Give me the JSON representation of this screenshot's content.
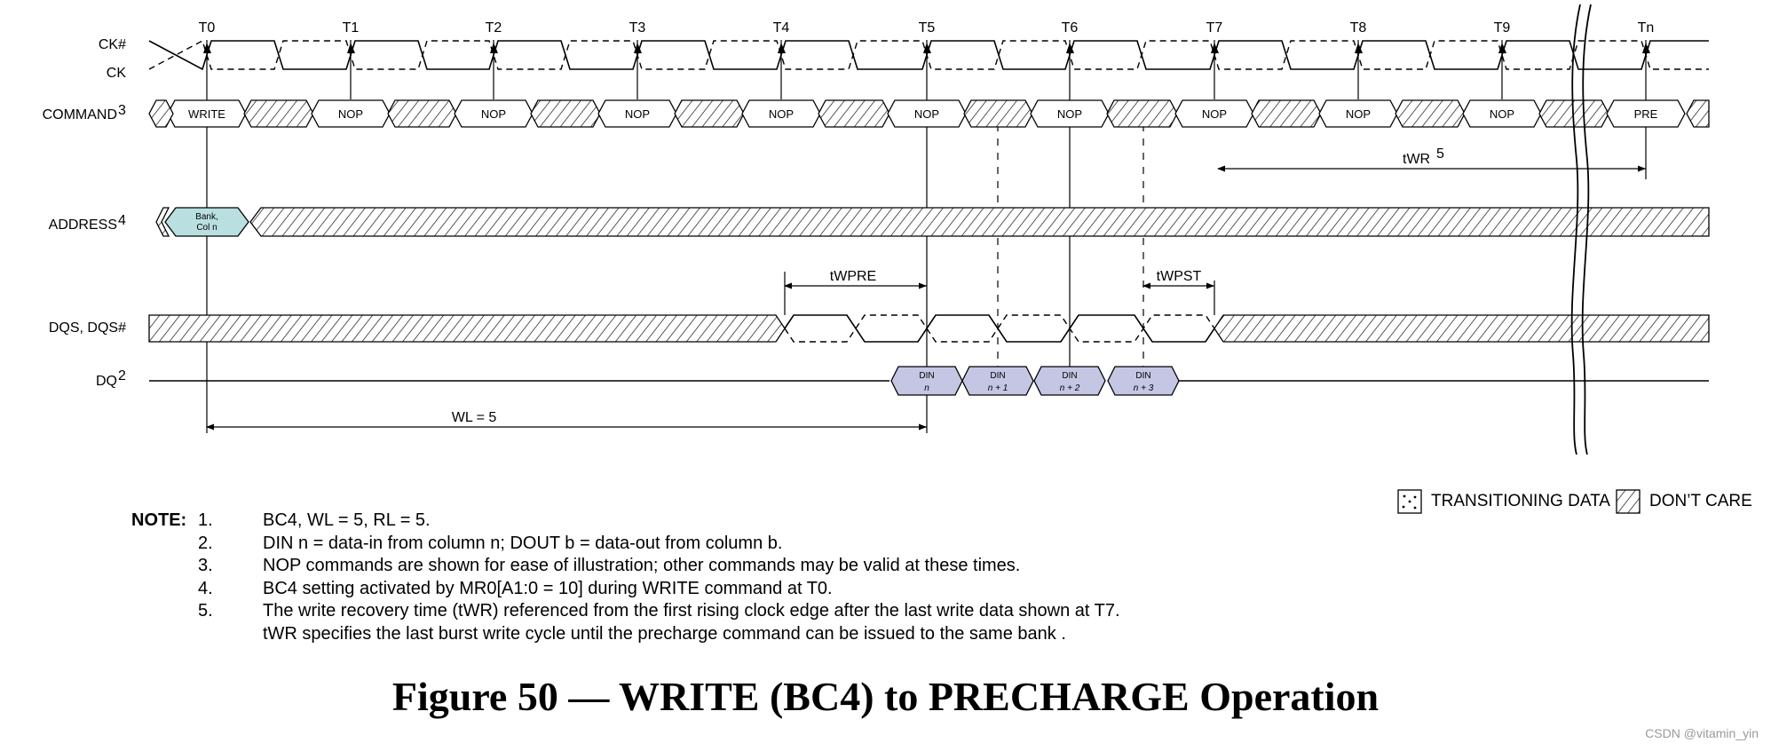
{
  "clock_edges": [
    "T0",
    "T1",
    "T2",
    "T3",
    "T4",
    "T5",
    "T6",
    "T7",
    "T8",
    "T9",
    "Tn"
  ],
  "signals": {
    "ck_n": "CK#",
    "ck": "CK",
    "command": "COMMAND",
    "command_sup": "3",
    "address": "ADDRESS",
    "address_sup": "4",
    "dqs": "DQS, DQS#",
    "dq": "DQ",
    "dq_sup": "2"
  },
  "commands": [
    "WRITE",
    "NOP",
    "NOP",
    "NOP",
    "NOP",
    "NOP",
    "NOP",
    "NOP",
    "NOP",
    "NOP",
    "PRE"
  ],
  "address_value": [
    "Bank,",
    "Col n"
  ],
  "dq_data": [
    {
      "name": "DIN",
      "index": "n"
    },
    {
      "name": "DIN",
      "index": "n + 1"
    },
    {
      "name": "DIN",
      "index": "n + 2"
    },
    {
      "name": "DIN",
      "index": "n + 3"
    }
  ],
  "timing": {
    "twr": "tWR",
    "twr_sup": "5",
    "twpre": "tWPRE",
    "twpst": "tWPST",
    "wl": "WL = 5"
  },
  "legend": {
    "transitioning": "TRANSITIONING DATA",
    "dont_care": "DON’T CARE"
  },
  "notes": {
    "heading": "NOTE:",
    "items": [
      {
        "num": "1.",
        "text": "BC4, WL = 5, RL = 5."
      },
      {
        "num": "2.",
        "text": "DIN n  = data-in from column n; DOUT b  = data-out from column b."
      },
      {
        "num": "3.",
        "text": "NOP commands are shown for ease of illustration; other commands may be valid at these times."
      },
      {
        "num": "4.",
        "text": "BC4 setting activated by MR0[A1:0 = 10] during WRITE command at T0."
      },
      {
        "num": "5.",
        "text": "The write recovery time (tWR) referenced from the first rising clock edge after the last write data shown at T7."
      },
      {
        "num": "",
        "text": "tWR specifies the last burst write cycle until the precharge command can be issued to the same bank ."
      }
    ]
  },
  "figure_title": "Figure 50 — WRITE (BC4) to PRECHARGE Operation",
  "watermark": "CSDN @vitamin_yin"
}
